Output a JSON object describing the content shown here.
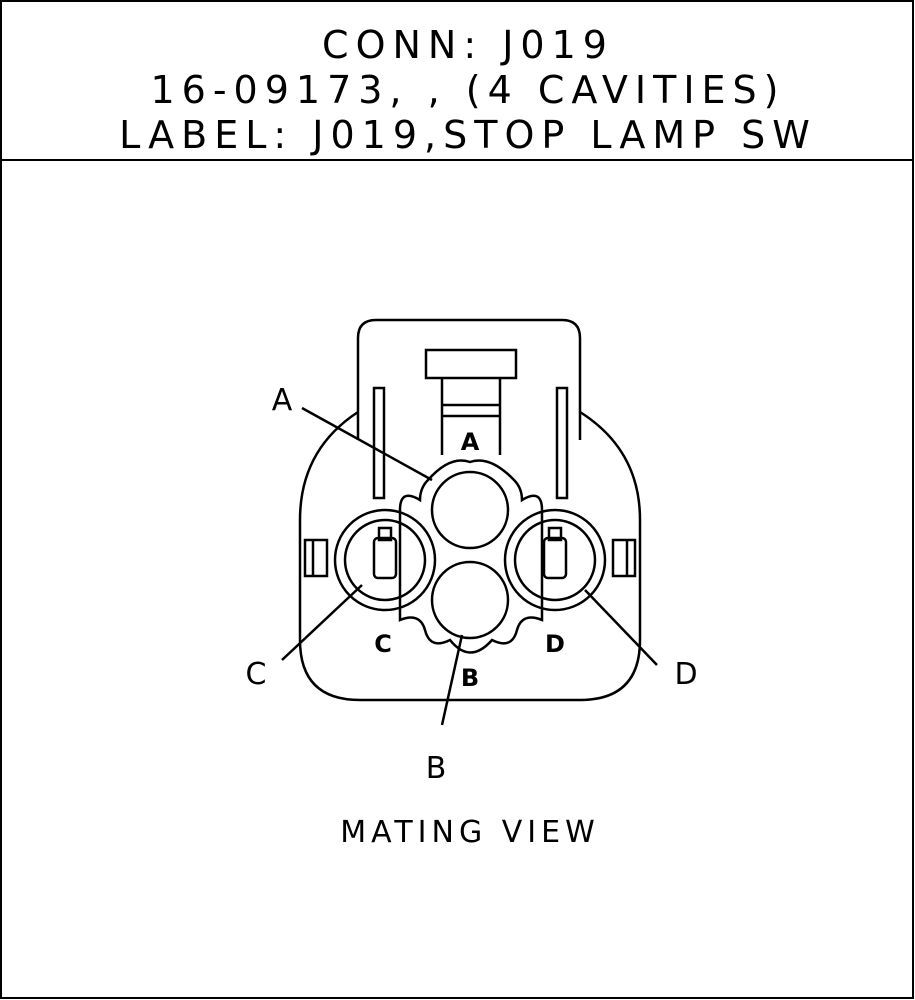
{
  "header": {
    "connector_line": "CONN:  J019",
    "part_line": "16-09173, , (4 CAVITIES)",
    "label_line": "LABEL: J019,STOP LAMP SW"
  },
  "cavities": {
    "a_mark": "A",
    "b_mark": "B",
    "c_mark": "C",
    "d_mark": "D"
  },
  "callouts": {
    "a": "A",
    "b": "B",
    "c": "C",
    "d": "D"
  },
  "view_label": "MATING VIEW",
  "colors": {
    "line": "#000000",
    "background": "#ffffff"
  }
}
